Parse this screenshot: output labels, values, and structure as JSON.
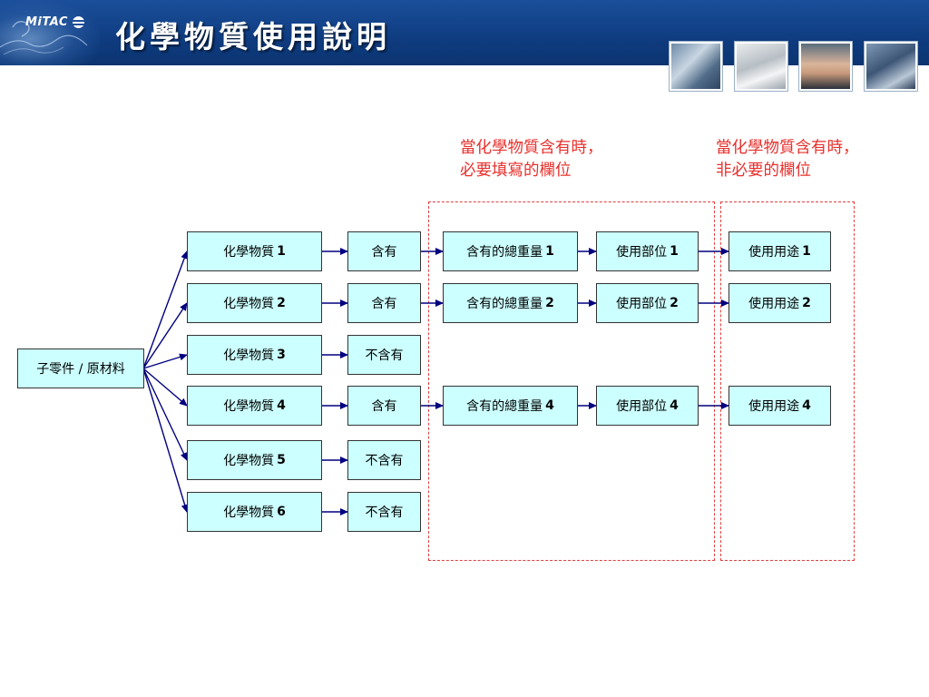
{
  "header": {
    "logo_text": "MiTAC",
    "title": "化學物質使用說明",
    "photos": [
      "tablet-photo",
      "product-photo",
      "person-photo",
      "device-photo"
    ]
  },
  "notes": {
    "required": [
      "當化學物質含有時，",
      "必要填寫的欄位"
    ],
    "optional": [
      "當化學物質含有時，",
      "非必要的欄位"
    ]
  },
  "root": "子零件 / 原材料",
  "rows": [
    {
      "chem_label": "化學物質",
      "num": "1",
      "status": "含有",
      "weight_label": "含有的總重量",
      "part_label": "使用部位",
      "use_label": "使用用途"
    },
    {
      "chem_label": "化學物質",
      "num": "2",
      "status": "含有",
      "weight_label": "含有的總重量",
      "part_label": "使用部位",
      "use_label": "使用用途"
    },
    {
      "chem_label": "化學物質",
      "num": "3",
      "status": "不含有"
    },
    {
      "chem_label": "化學物質",
      "num": "4",
      "status": "含有",
      "weight_label": "含有的總重量",
      "part_label": "使用部位",
      "use_label": "使用用途"
    },
    {
      "chem_label": "化學物質",
      "num": "5",
      "status": "不含有"
    },
    {
      "chem_label": "化學物質",
      "num": "6",
      "status": "不含有"
    }
  ],
  "colors": {
    "header": "#0f3c80",
    "box_fill": "#ccffff",
    "arrow": "#000080",
    "note_text": "#e8302c",
    "dashed_border": "#e04040"
  }
}
